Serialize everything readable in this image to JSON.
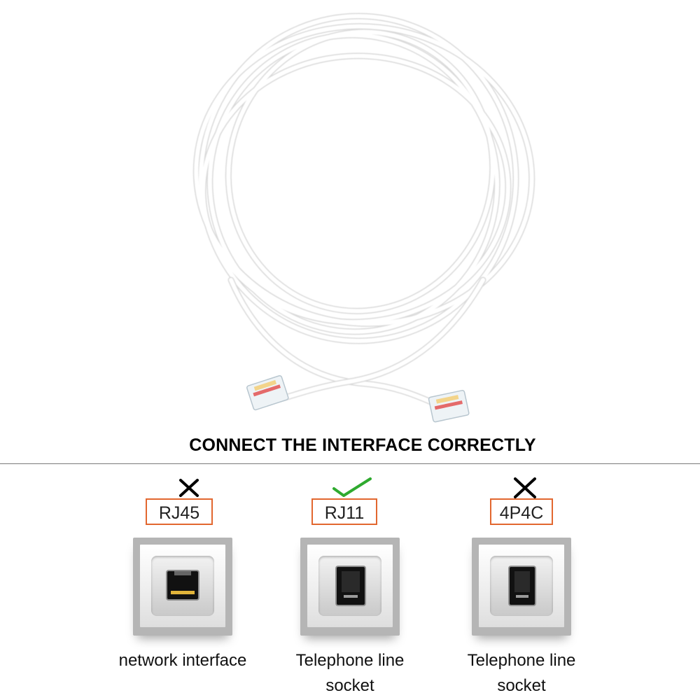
{
  "headline": "CONNECT THE INTERFACE CORRECTLY",
  "options": [
    {
      "label": "RJ45",
      "status": "incorrect",
      "status_icon": "cross-icon",
      "caption": "network interface"
    },
    {
      "label": "RJ11",
      "status": "correct",
      "status_icon": "check-icon",
      "caption": "Telephone line socket"
    },
    {
      "label": "4P4C",
      "status": "incorrect",
      "status_icon": "cross-icon",
      "caption": "Telephone line socket"
    }
  ],
  "colors": {
    "label_border": "#e2672f",
    "check_mark": "#2faa2f",
    "cross_mark": "#000000",
    "pin_gold": "#e1b43a"
  }
}
